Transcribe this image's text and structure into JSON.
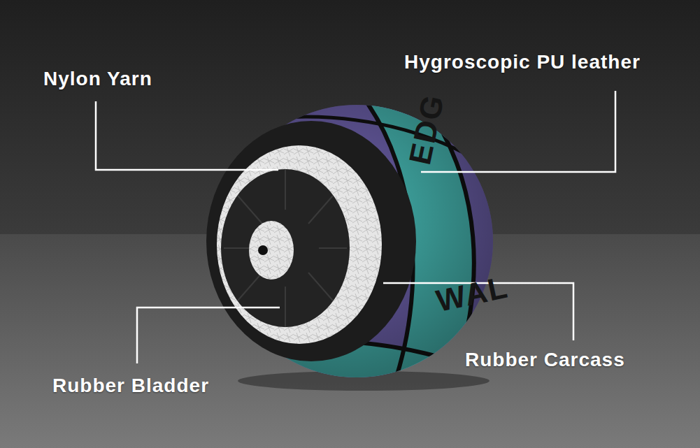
{
  "diagram": {
    "labels": [
      "Nylon Yarn",
      "Hygroscopic PU leather",
      "Rubber Bladder",
      "Rubber Carcass",
      "EDG",
      "WAL"
    ]
  }
}
